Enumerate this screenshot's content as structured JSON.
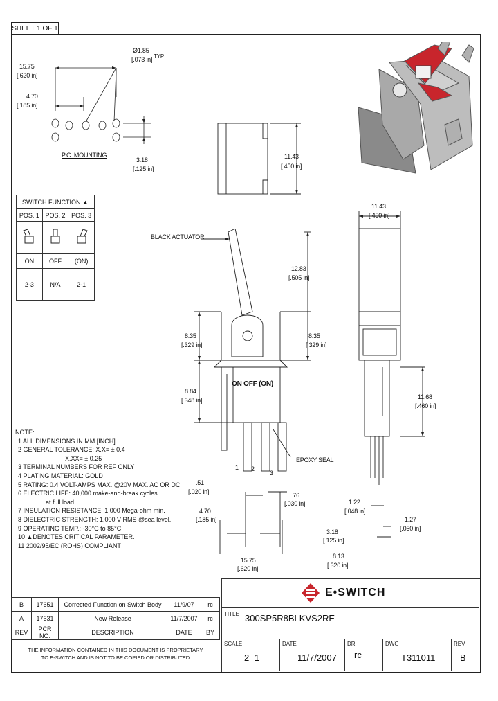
{
  "sheet": "SHEET 1 OF 1",
  "pc_mounting": {
    "hole_dia": "Ø1.85",
    "hole_dia_in": "[.073 in]",
    "hole_typ": "TYP",
    "dim1": "15.75",
    "dim1_in": "[.620 in]",
    "dim2": "4.70",
    "dim2_in": "[.185 in]",
    "dim3": "3.18",
    "dim3_in": "[.125 in]",
    "caption": "P.C. MOUNTING"
  },
  "switch_function": {
    "title": "SWITCH FUNCTION",
    "critical": "▲",
    "positions": [
      "POS. 1",
      "POS. 2",
      "POS. 3"
    ],
    "states": [
      "ON",
      "OFF",
      "(ON)"
    ],
    "connections": [
      "2-3",
      "N/A",
      "2-1"
    ]
  },
  "side_view": {
    "dim": "11.43",
    "dim_in": "[.450 in]"
  },
  "front_view": {
    "actuator_label": "BLACK ACTUATOR",
    "body_text": "ON OFF (ON)",
    "height_dim": "12.83",
    "height_in": "[.505 in]",
    "bracket_left": "8.35",
    "bracket_left_in": "[.329 in]",
    "bracket_right": "8.35",
    "bracket_right_in": "[.329 in]",
    "body_dim": "8.84",
    "body_in": "[.348 in]",
    "epoxy": "EPOXY SEAL",
    "pin_numbers": [
      "1",
      "2",
      "3"
    ],
    "pin_w": ".51",
    "pin_w_in": "[.020 in]",
    "pin_t": ".76",
    "pin_t_in": "[.030 in]",
    "pitch": "4.70",
    "pitch_in": "[.185 in]",
    "width": "15.75",
    "width_in": "[.620 in]"
  },
  "right_view": {
    "top_dim": "11.43",
    "top_in": "[.450 in]",
    "body_dim": "11.68",
    "body_in": "[.460 in]",
    "d1": "1.22",
    "d1_in": "[.048 in]",
    "d2": "1.27",
    "d2_in": "[.050 in]",
    "d3": "3.18",
    "d3_in": "[.125 in]",
    "d4": "8.13",
    "d4_in": "[.320 in]"
  },
  "notes": {
    "heading": "NOTE:",
    "items": [
      "1  ALL DIMENSIONS IN MM [INCH]",
      "2  GENERAL TOLERANCE: X.X= ± 0.4",
      "X.XX= ± 0.25",
      "3  TERMINAL NUMBERS FOR REF ONLY",
      "4  PLATING MATERIAL: GOLD",
      "5  RATING: 0.4 VOLT-AMPS MAX. @20V MAX. AC OR DC",
      "6  ELECTRIC LIFE: 40,000 make-and-break cycles",
      "at full load.",
      "7  INSULATION RESISTANCE: 1,000 Mega-ohm min.",
      "8  DIELECTRIC STRENGTH: 1,000 V RMS @sea level.",
      "9  OPERATING TEMP.: -30°C to 85°C",
      "10 ▲DENOTES CRITICAL PARAMETER.",
      "11  2002/95/EC (ROHS) COMPLIANT"
    ]
  },
  "revisions": {
    "rows": [
      [
        "B",
        "17651",
        "Corrected Function on Switch Body",
        "11/9/07",
        "rc"
      ],
      [
        "A",
        "17631",
        "New Release",
        "11/7/2007",
        "rc"
      ]
    ],
    "headers": [
      "REV",
      "PCR NO.",
      "DESCRIPTION",
      "DATE",
      "BY"
    ],
    "proprietary_1": "THE INFORMATION CONTAINED IN THIS DOCUMENT IS PROPRIETARY",
    "proprietary_2": "TO E-SWITCH AND IS NOT TO BE COPIED OR DISTRIBUTED"
  },
  "title_block": {
    "brand": "E•SWITCH",
    "title_label": "TITLE",
    "title": "300SP5R8BLKVS2RE",
    "scale_label": "SCALE",
    "scale": "2=1",
    "date_label": "DATE",
    "date": "11/7/2007",
    "dr_label": "DR",
    "dr": "rc",
    "dwg_label": "DWG",
    "dwg": "T311011",
    "rev_label": "REV",
    "rev": "B"
  },
  "colors": {
    "brand_red": "#c8252c",
    "part_gray": "#8c8c8c",
    "ink": "#111111"
  }
}
